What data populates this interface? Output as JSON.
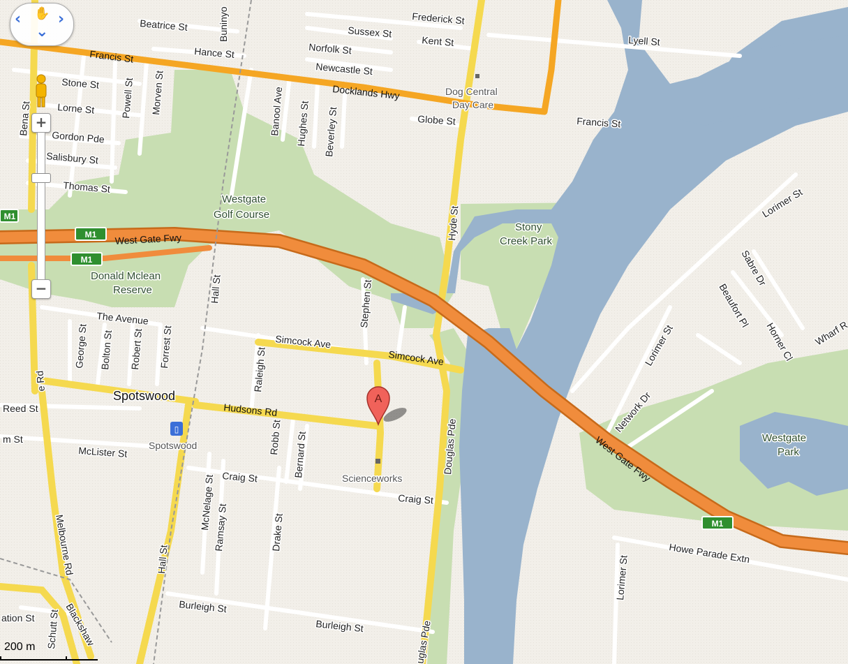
{
  "map": {
    "marker": {
      "label": "A"
    },
    "scale": {
      "label": "200 m"
    },
    "controls": {
      "zoom_in": "+",
      "zoom_out": "−",
      "pan_left": "‹",
      "pan_right": "›",
      "pan_down": "⌄"
    },
    "highway_shields": [
      "M1",
      "M1",
      "M1",
      "M1"
    ],
    "labels": {
      "beatrice": "Beatrice St",
      "buninyong": "Buninyo",
      "hance": "Hance St",
      "francis_w": "Francis St",
      "stone": "Stone St",
      "lorne": "Lorne St",
      "powell": "Powell St",
      "morven": "Morven St",
      "bena": "Bena St",
      "gordon": "Gordon Pde",
      "salisbury": "Salisbury St",
      "thomas": "Thomas St",
      "frederick": "Frederick St",
      "sussex": "Sussex St",
      "kent": "Kent St",
      "norfolk": "Norfolk St",
      "newcastle": "Newcastle St",
      "docklands": "Docklands Hwy",
      "lyell": "Lyell St",
      "dog_central": "Dog Central",
      "day_care": "Day Care",
      "francis_e": "Francis St",
      "globe": "Globe St",
      "banool": "Banool Ave",
      "hughes": "Hughes St",
      "beverley": "Beverley St",
      "westgate_golf_1": "Westgate",
      "westgate_golf_2": "Golf Course",
      "west_gate_fwy_1": "West Gate Fwy",
      "hyde": "Hyde St",
      "stony_1": "Stony",
      "stony_2": "Creek Park",
      "lorimer_ne": "Lorimer St",
      "sabre": "Sabre Dr",
      "beaufort": "Beaufort Pl",
      "horner": "Horner Cl",
      "wharf": "Wharf R",
      "lorimer_mid": "Lorimer St",
      "network": "Network Dr",
      "donald_1": "Donald Mclean",
      "donald_2": "Reserve",
      "the_avenue": "The Avenue",
      "hall_n": "Hall St",
      "stephen": "Stephen St",
      "simcock_w": "Simcock Ave",
      "simcock_e": "Simcock Ave",
      "george": "George St",
      "bolton": "Bolton St",
      "robert": "Robert St",
      "forrest": "Forrest St",
      "raleigh": "Raleigh St",
      "spotswood": "Spotswood",
      "hudsons": "Hudsons Rd",
      "reed": "Reed St",
      "mclister_m": "m St",
      "mclister": "McLister St",
      "spotswood_station": "Spotswood",
      "robb": "Robb St",
      "bernard": "Bernard St",
      "craig_w": "Craig St",
      "scienceworks": "Scienceworks",
      "craig_e": "Craig St",
      "douglas": "Douglas Pde",
      "west_gate_fwy_2": "West Gate Fwy",
      "westgate_park_1": "Westgate",
      "westgate_park_2": "Park",
      "melbourne_rd_n": "e Rd",
      "melbourne_rd": "Melbourne Rd",
      "hall_s": "Hall St",
      "mcnelage": "McNelage St",
      "ramsay": "Ramsay St",
      "drake": "Drake St",
      "howe": "Howe Parade Extn",
      "lorimer_s": "Lorimer St",
      "burleigh_w": "Burleigh St",
      "burleigh_e": "Burleigh St",
      "ation": "ation St",
      "schutt": "Schutt St",
      "blackshaw": "Blackshaw",
      "douglas_s": "uglas Pde"
    }
  }
}
